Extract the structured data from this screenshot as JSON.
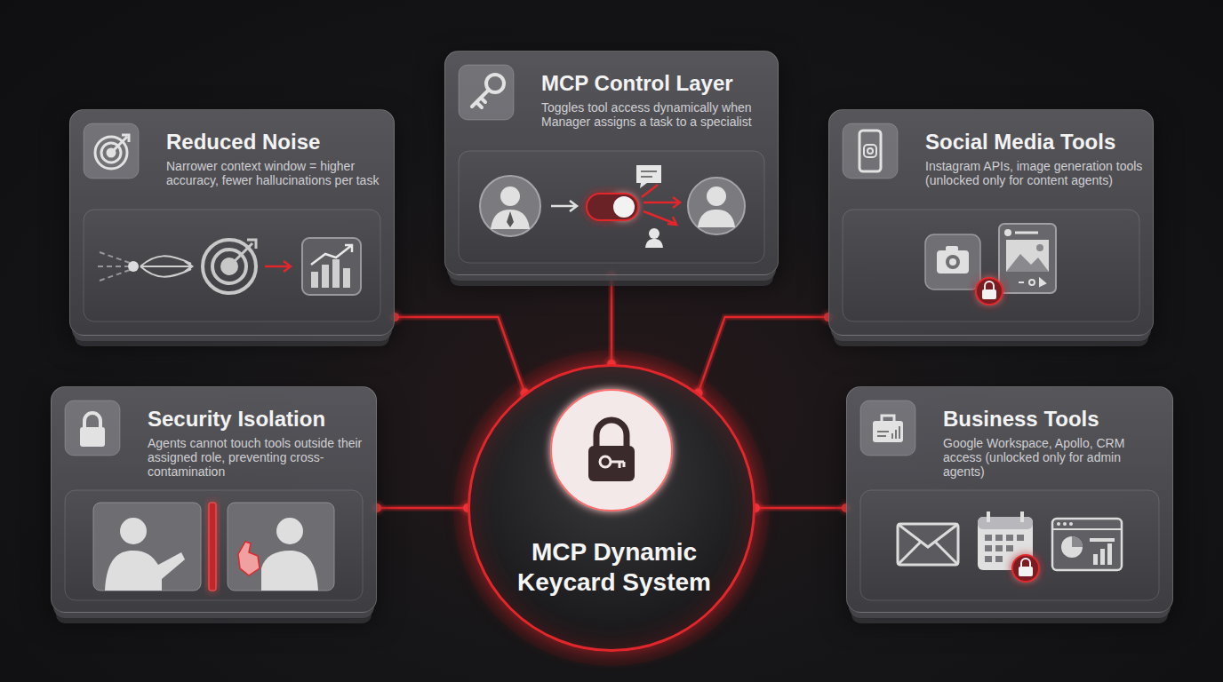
{
  "diagram": {
    "nodes": [
      {
        "text": [
          "Reduced Noise",
          "Narrower context window = higher accuracy, fewer hallucinations per task"
        ]
      },
      {
        "text": [
          "MCP Control Layer",
          "Toggles tool access dynamically when Manager assigns a task to a specialist"
        ]
      },
      {
        "text": [
          "Social Media Tools",
          "Instagram APIs, image generation tools (unlocked only for content agents)"
        ]
      },
      {
        "text": [
          "Security Isolation",
          "Agents cannot touch tools outside their assigned role, preventing cross-contamination"
        ]
      },
      {
        "text": [
          "MCP Dynamic Keycard System"
        ]
      },
      {
        "text": [
          "Business Tools",
          "Google Workspace, Apollo, CRM access (unlocked only for admin agents)"
        ]
      }
    ],
    "edges": [
      {
        "from": 4,
        "to": 0,
        "arrow": "none"
      },
      {
        "from": 4,
        "to": 1,
        "arrow": "none"
      },
      {
        "from": 4,
        "to": 2,
        "arrow": "none"
      },
      {
        "from": 4,
        "to": 3,
        "arrow": "none"
      },
      {
        "from": 4,
        "to": 5,
        "arrow": "none"
      }
    ]
  }
}
